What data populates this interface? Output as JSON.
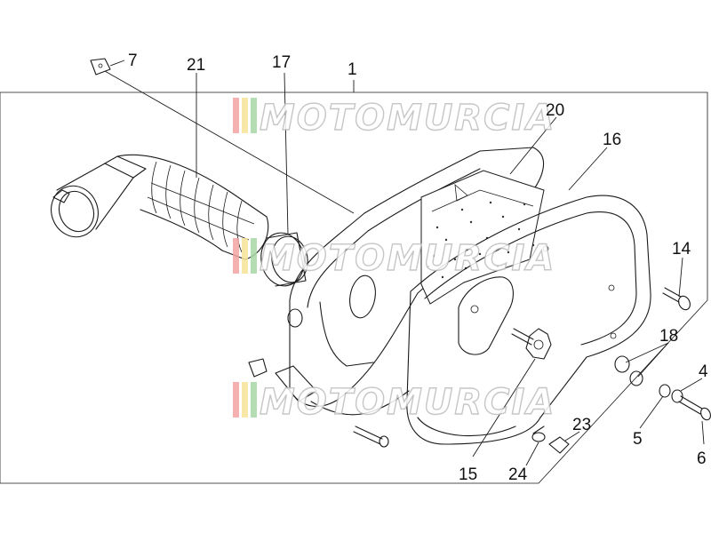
{
  "diagram": {
    "callouts": {
      "c1": "1",
      "c4": "4",
      "c5": "5",
      "c6": "6",
      "c7": "7",
      "c14": "14",
      "c15": "15",
      "c16": "16",
      "c17": "17",
      "c18": "18",
      "c20": "20",
      "c21": "21",
      "c23": "23",
      "c24": "24"
    },
    "watermark": {
      "text": "MOTOMURCIA",
      "stripe_colors": [
        "#f4a3a3",
        "#f6e49a",
        "#a8d8a8"
      ]
    }
  }
}
